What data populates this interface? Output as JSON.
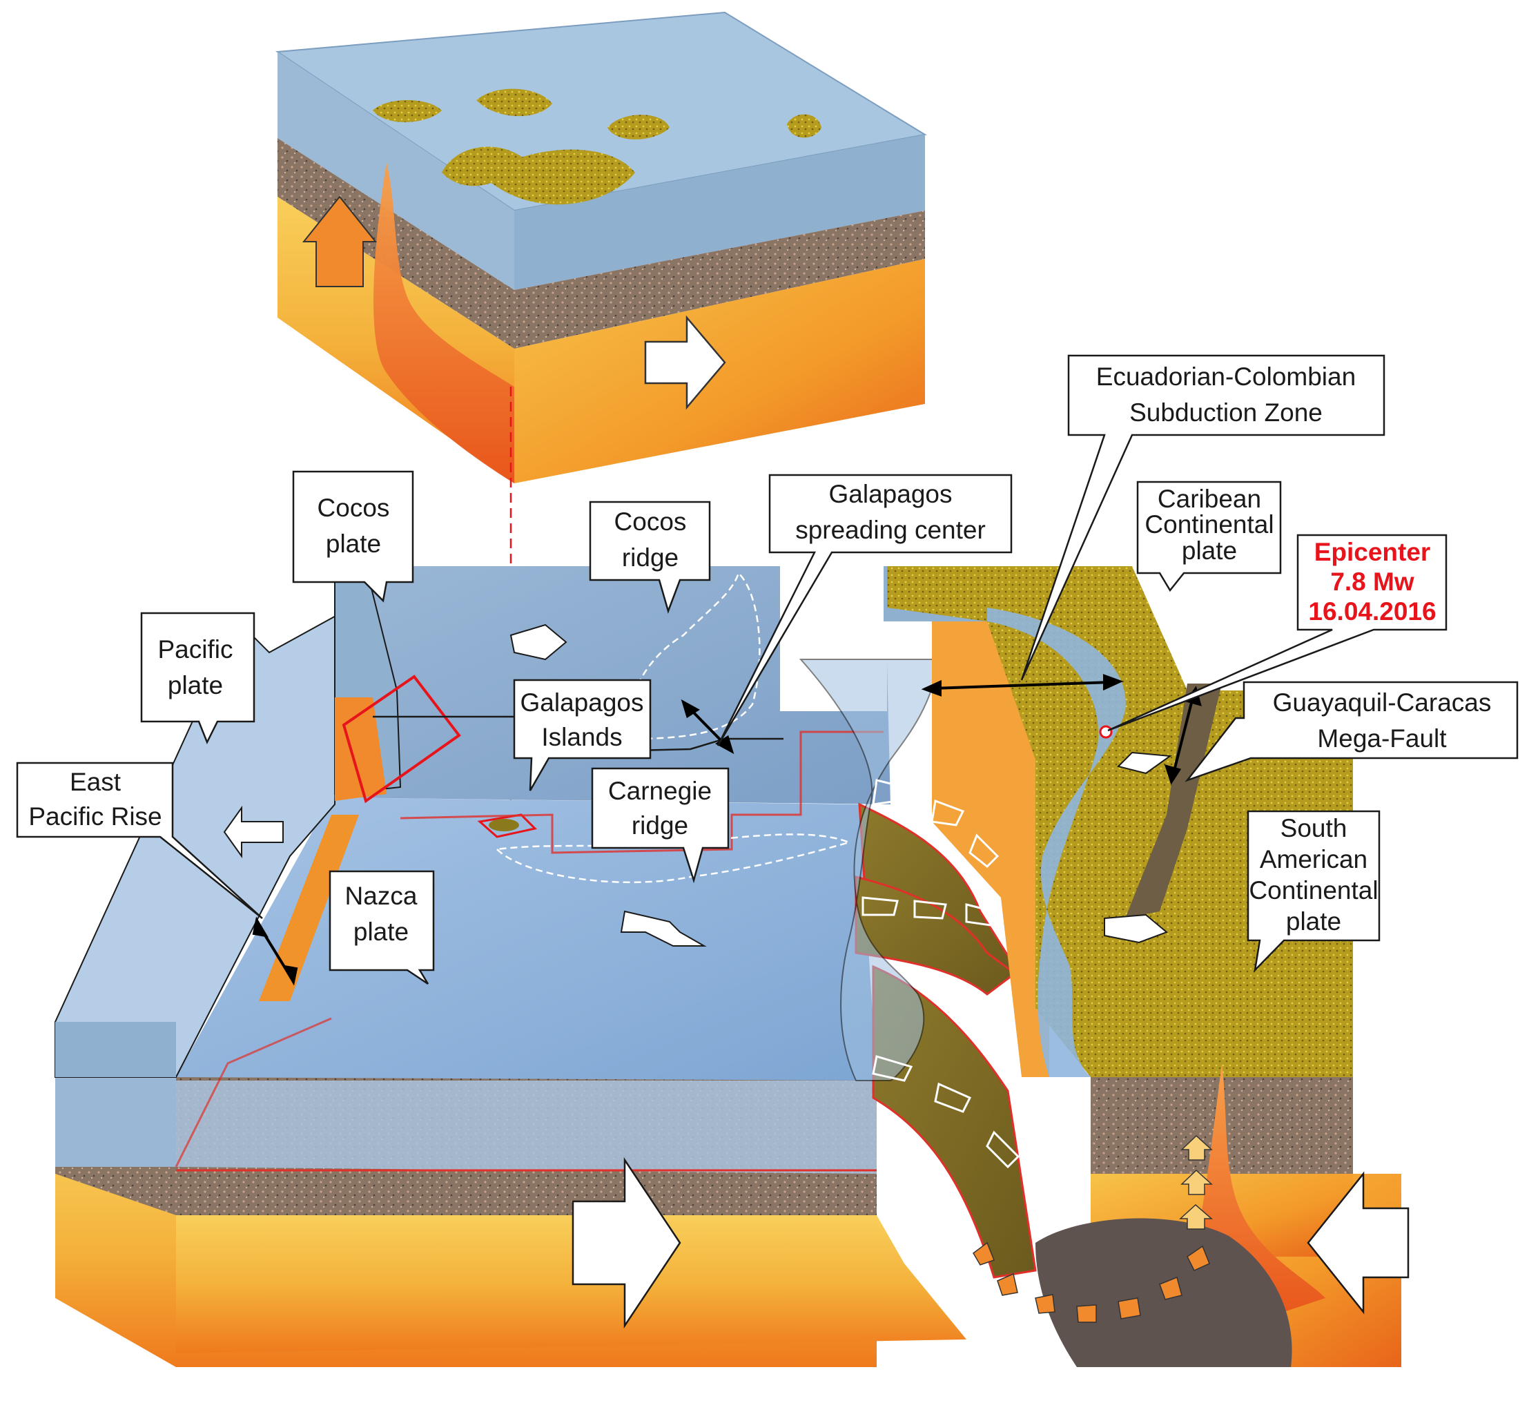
{
  "labels": {
    "cocos_plate": [
      "Cocos",
      "plate"
    ],
    "pacific_plate": [
      "Pacific",
      "plate"
    ],
    "east_pacific_rise": [
      "East",
      "Pacific Rise"
    ],
    "nazca_plate": [
      "Nazca",
      "plate"
    ],
    "cocos_ridge": [
      "Cocos",
      "ridge"
    ],
    "galapagos_islands": [
      "Galapagos",
      "Islands"
    ],
    "galapagos_spreading_center": [
      "Galapagos",
      "spreading center"
    ],
    "carnegie_ridge": [
      "Carnegie",
      "ridge"
    ],
    "subduction_zone": [
      "Ecuadorian-Colombian",
      "Subduction Zone"
    ],
    "caribean_plate": [
      "Caribean",
      "Continental",
      "plate"
    ],
    "epicenter": [
      "Epicenter",
      "7.8 Mw",
      "16.04.2016"
    ],
    "mega_fault": [
      "Guayaquil-Caracas",
      "Mega-Fault"
    ],
    "south_american_plate": [
      "South",
      "American",
      "Continental",
      "plate"
    ]
  },
  "colors": {
    "ocean": "#8fb3da",
    "ocean_light": "#b9d2ea",
    "mantle": "#f4b23c",
    "mantle_hot": "#ef7a1c",
    "crust": "#8a7565",
    "land": "#b9a21c",
    "land_dark": "#6e5d13",
    "epicenter_red": "#e8141b",
    "plate_outline": "#e0302a"
  }
}
